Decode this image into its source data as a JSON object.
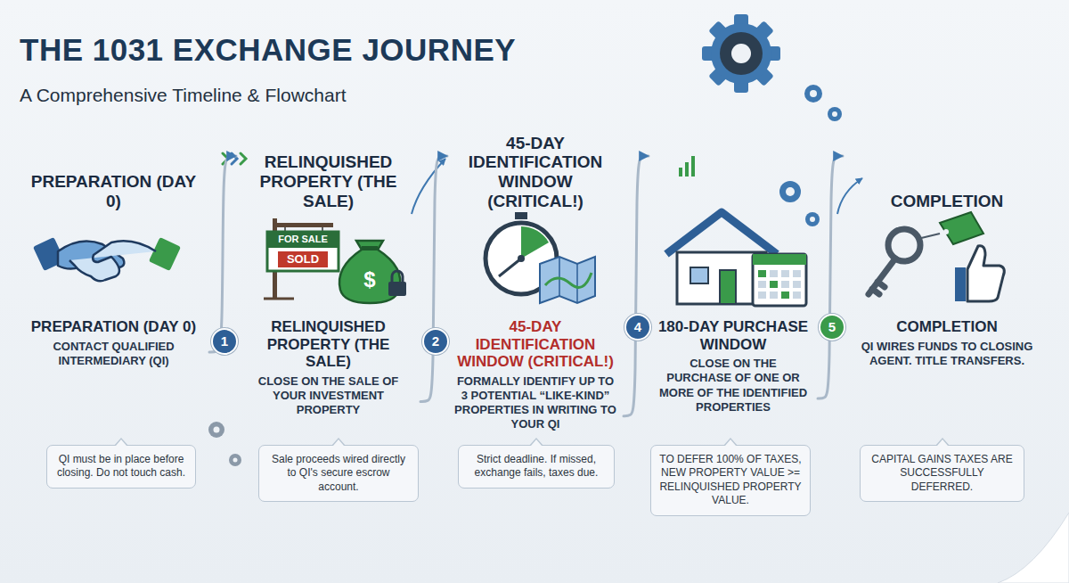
{
  "diagram": {
    "title": "THE 1031 EXCHANGE JOURNEY",
    "caption": "A Comprehensive Timeline & Flowchart",
    "nodes": [
      {
        "text": [
          "PREPARATION (DAY 0)",
          "PREPARATION (DAY 0)",
          "CONTACT QUALIFIED INTERMEDIARY (QI)"
        ]
      },
      {
        "text": [
          "QI must be in place before closing. Do not touch cash."
        ]
      },
      {
        "text": [
          "RELINQUISHED PROPERTY (THE SALE)",
          "RELINQUISHED PROPERTY (THE SALE)",
          "CLOSE ON THE SALE OF YOUR INVESTMENT PROPERTY"
        ]
      },
      {
        "text": [
          "Sale proceeds wired directly to QI's secure escrow account."
        ]
      },
      {
        "text": [
          "45-DAY IDENTIFICATION WINDOW (CRITICAL!)",
          "45-DAY IDENTIFICATION WINDOW (CRITICAL!)",
          "FORMALLY IDENTIFY UP TO 3 POTENTIAL “LIKE-KIND” PROPERTIES IN WRITING TO YOUR QI"
        ]
      },
      {
        "text": [
          "Strict deadline. If missed, exchange fails, taxes due."
        ]
      },
      {
        "text": [
          "180-DAY PURCHASE WINDOW",
          "CLOSE ON THE PURCHASE OF ONE OR MORE OF THE IDENTIFIED PROPERTIES"
        ]
      },
      {
        "text": [
          "TO DEFER 100% OF TAXES, NEW PROPERTY VALUE >= RELINQUISHED PROPERTY VALUE."
        ]
      },
      {
        "text": [
          "COMPLETION",
          "COMPLETION",
          "QI WIRES FUNDS TO CLOSING AGENT. TITLE TRANSFERS."
        ]
      },
      {
        "text": [
          "CAPITAL GAINS TAXES ARE SUCCESSFULLY DEFERRED."
        ]
      }
    ],
    "edges": [
      {
        "from": 0,
        "to": 2,
        "arrow": "to"
      },
      {
        "from": 2,
        "to": 4,
        "arrow": "to"
      },
      {
        "from": 4,
        "to": 6,
        "arrow": "to"
      },
      {
        "from": 6,
        "to": 8,
        "arrow": "to"
      }
    ],
    "labels": [
      "FOR SALE",
      "SOLD",
      "$",
      "1",
      "2",
      "4",
      "5"
    ]
  }
}
